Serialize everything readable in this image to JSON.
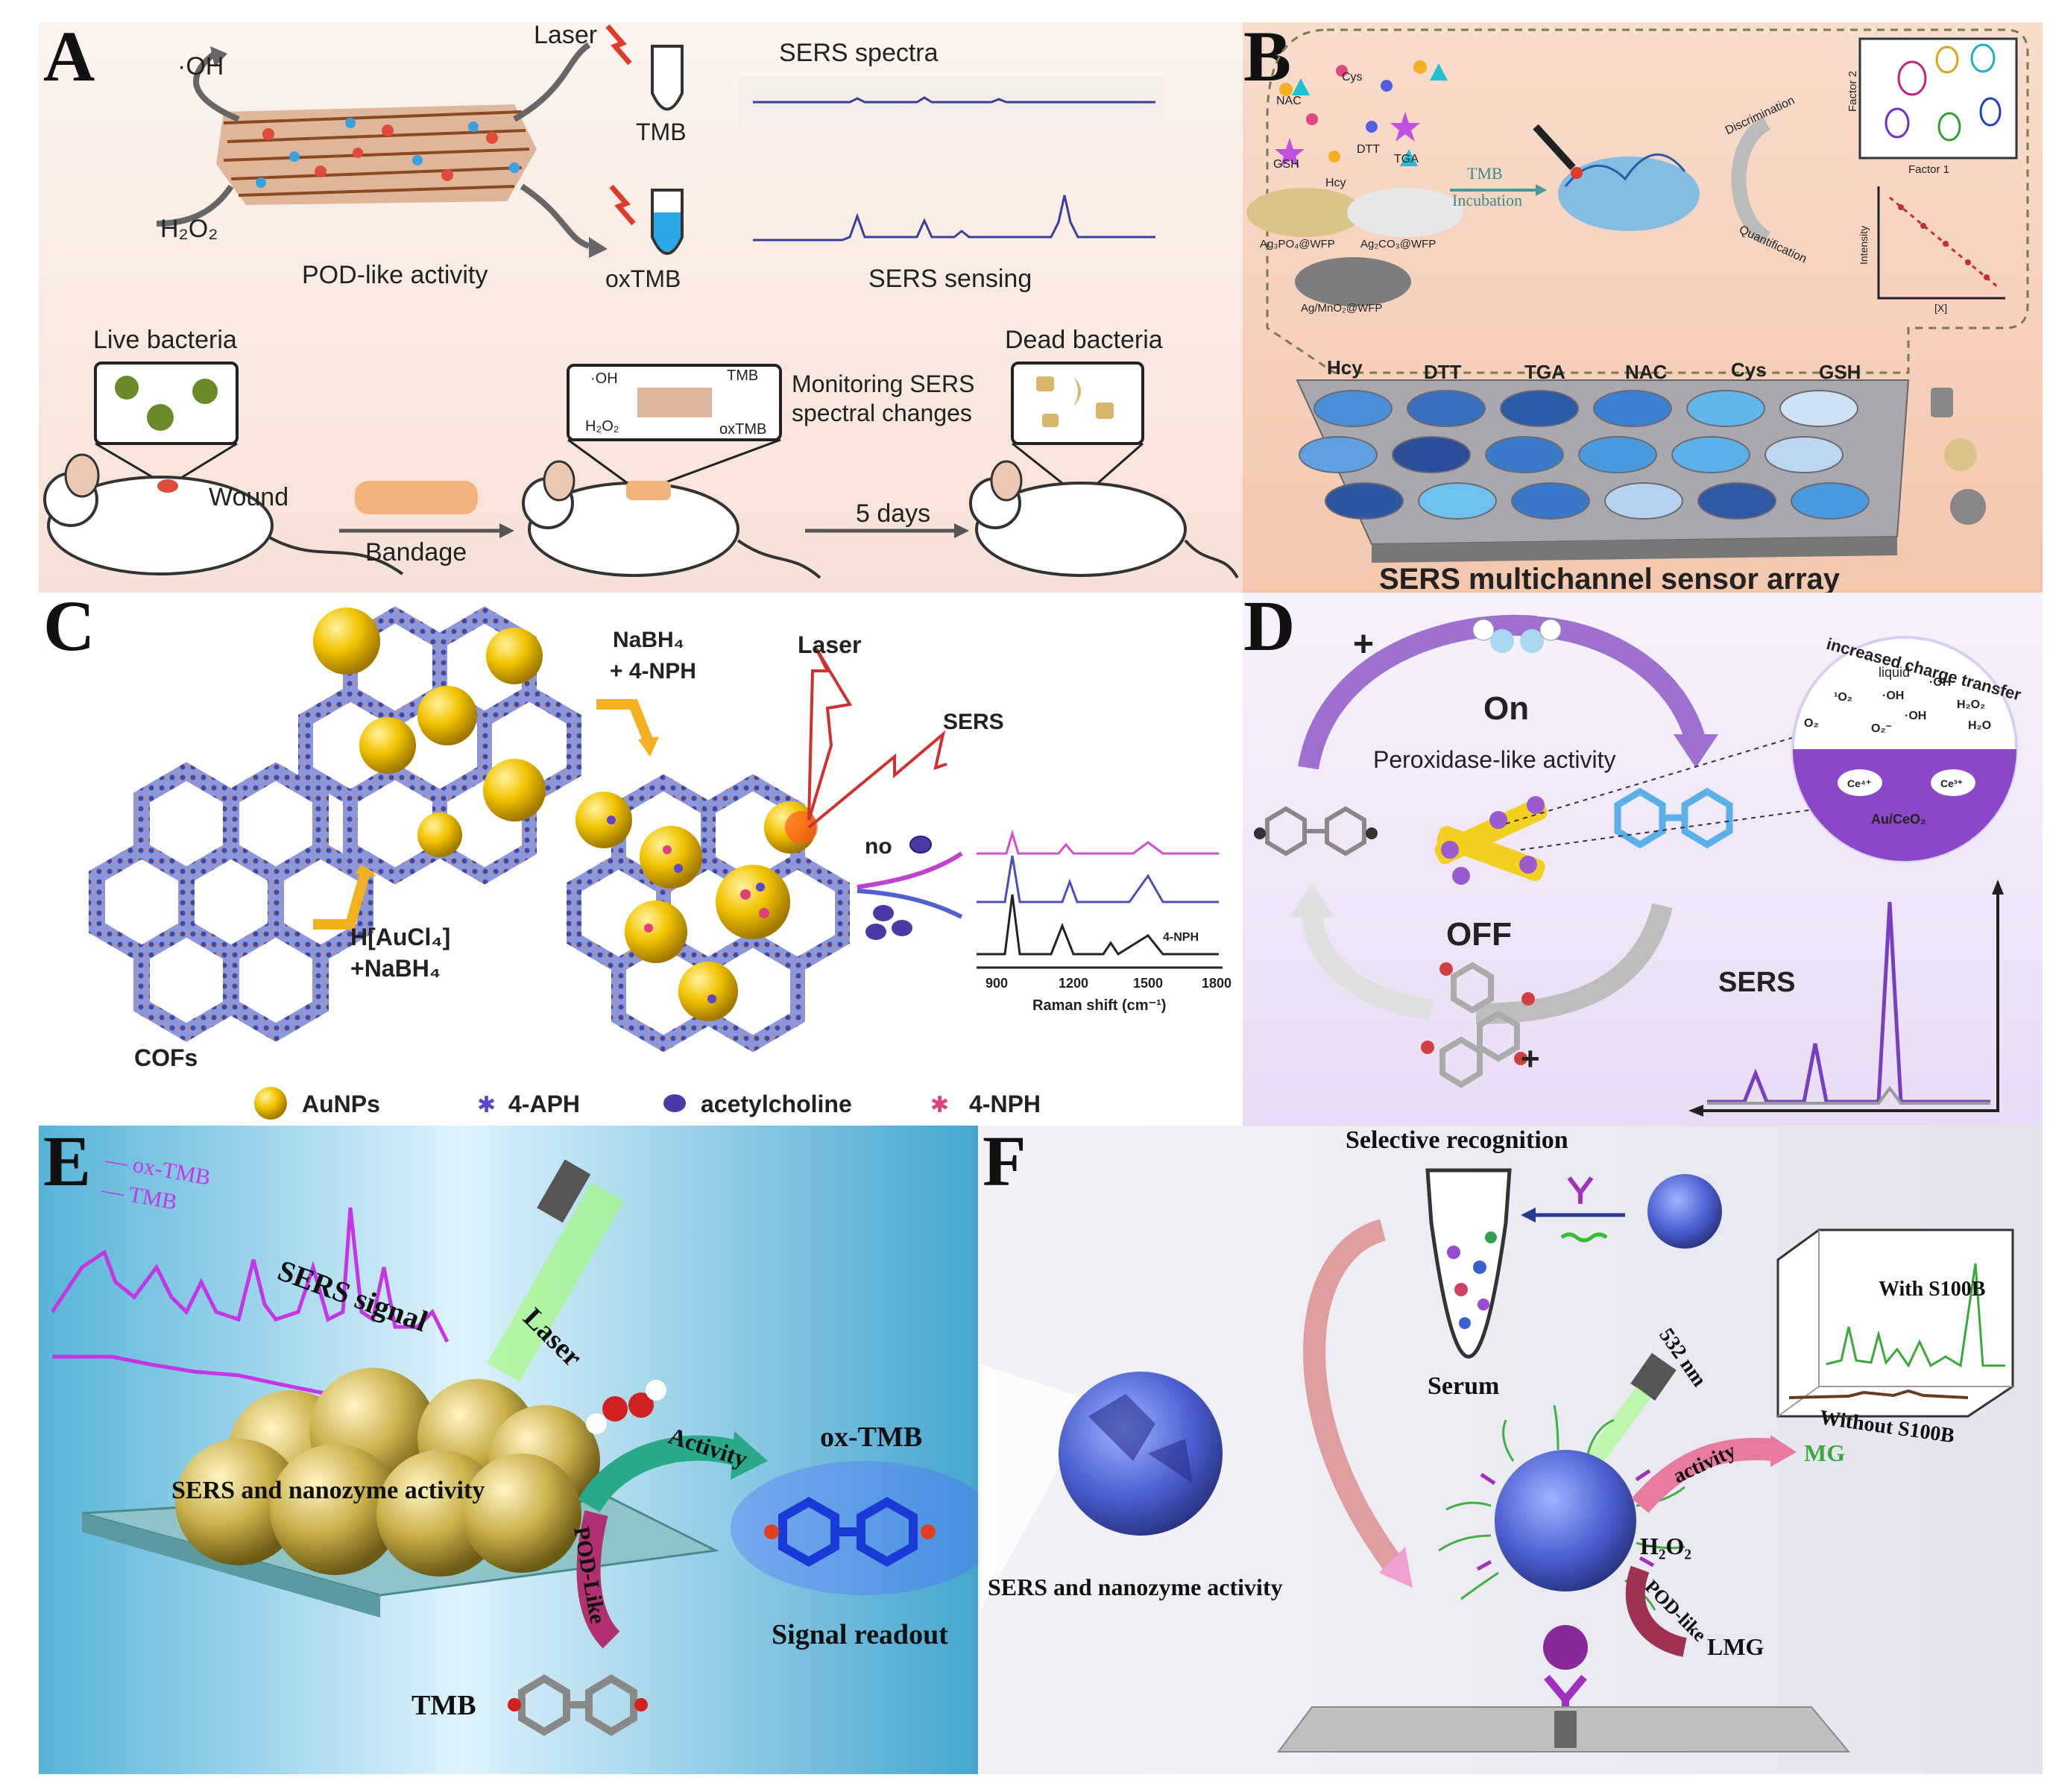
{
  "panels": {
    "A": {
      "letter": "A",
      "oh": "·OH",
      "h2o2": "H₂O₂",
      "laser": "Laser",
      "tmb": "TMB",
      "oxtmb": "oxTMB",
      "pod": "POD-like activity",
      "sers_spectra": "SERS spectra",
      "sers_sensing": "SERS sensing",
      "live": "Live bacteria",
      "dead": "Dead bacteria",
      "wound": "Wound",
      "bandage": "Bandage",
      "monitor1": "Monitoring SERS",
      "monitor2": "spectral changes",
      "days": "5 days",
      "inset_oh": "·OH",
      "inset_tmb": "TMB",
      "inset_h2o2": "H₂O₂",
      "inset_oxtmb": "oxTMB"
    },
    "B": {
      "letter": "B",
      "analytes": [
        "NAC",
        "Cys",
        "GSH",
        "DTT",
        "TGA",
        "Hcy"
      ],
      "substrates": [
        "Ag₃PO₄@WFP",
        "Ag₂CO₃@WFP",
        "Ag/MnO₂@WFP"
      ],
      "tmb": "TMB",
      "incubation": "Incubation",
      "discrimination": "Discrimination",
      "quantification": "Quantification",
      "factor1": "Factor 1",
      "factor2": "Factor 2",
      "intensity": "Intensity",
      "conc": "[X]",
      "columns": [
        "Hcy",
        "DTT",
        "TGA",
        "NAC",
        "Cys",
        "GSH"
      ],
      "array_title": "SERS multichannel sensor array",
      "well_colors": [
        [
          "#4a8ed8",
          "#3a6fc0",
          "#2a5aa8",
          "#3b7fd0",
          "#62b5ea",
          "#cfe2f4"
        ],
        [
          "#5fa0e0",
          "#2c4f9c",
          "#3a7ac8",
          "#4a9ae0",
          "#5bb0e8",
          "#bcd6f0"
        ],
        [
          "#2d56a0",
          "#6fc0ee",
          "#3a78cc",
          "#b4d2f0",
          "#2e58a4",
          "#4a9ae2"
        ]
      ]
    },
    "C": {
      "letter": "C",
      "nabh4_a": "NaBH₄",
      "nabh4_b": "+ 4-NPH",
      "laser": "Laser",
      "sers": "SERS",
      "no": "no",
      "haucl4_a": "H[AuCl₄]",
      "haucl4_b": "+NaBH₄",
      "cofs": "COFs",
      "ticks": [
        "900",
        "1200",
        "1500",
        "1800"
      ],
      "raman": "Raman shift (cm⁻¹)",
      "nph_tag": "4-NPH",
      "legend": [
        "AuNPs",
        "4-APH",
        "acetylcholine",
        "4-NPH"
      ]
    },
    "D": {
      "letter": "D",
      "on": "On",
      "off": "OFF",
      "perox": "Peroxidase-like activity",
      "charge": "increased charge transfer",
      "liquid": "liquid",
      "sers": "SERS",
      "catalyst": "Au/CeO₂",
      "plus": "+",
      "species": [
        "¹O₂",
        "·OH",
        "·OH",
        "H₂O₂",
        "O₂",
        "O₂⁻",
        "·OH",
        "H₂O",
        "Ce⁴⁺",
        "Ce³⁺"
      ]
    },
    "E": {
      "letter": "E",
      "oxtmb_leg": "— ox-TMB",
      "tmb_leg": "— TMB",
      "sers_signal": "SERS signal",
      "laser": "Laser",
      "activity": "Activity",
      "podlike": "POD-Like",
      "sers_nano": "SERS and nanozyme activity",
      "oxtmb": "ox-TMB",
      "readout": "Signal readout",
      "tmb": "TMB"
    },
    "F": {
      "letter": "F",
      "selective": "Selective recognition",
      "serum": "Serum",
      "wavelength": "532 nm",
      "with": "With S100B",
      "without": "Without S100B",
      "sers_nano": "SERS and nanozyme activity",
      "activity": "activity",
      "mg": "MG",
      "h2o2": "H₂O₂",
      "podlike": "POD-like",
      "lmg": "LMG"
    }
  },
  "colors": {
    "purple": "#7a3fc0",
    "gold": "#f2c300",
    "blue": "#2b59c3",
    "green": "#3aa83a",
    "magenta": "#c535e6"
  }
}
